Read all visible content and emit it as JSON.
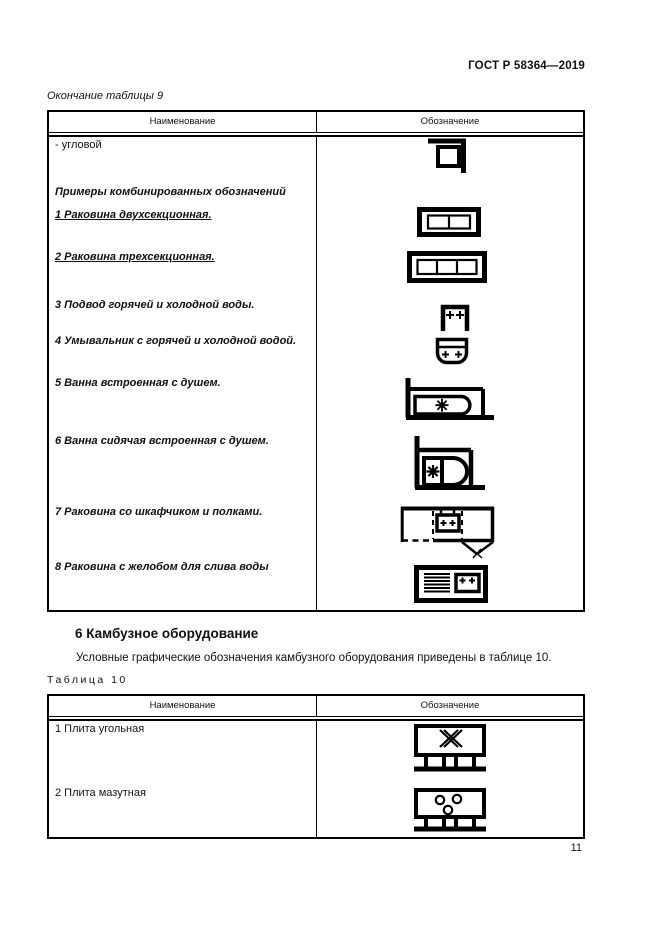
{
  "header": {
    "doc_code": "ГОСТ Р 58364—2019"
  },
  "table9": {
    "caption": "Окончание таблицы 9",
    "col_name": "Наименование",
    "col_designation": "Обозначение",
    "rows": [
      {
        "label": "- угловой",
        "symbol": "corner-sink"
      },
      {
        "label": "Примеры комбинированных обозначений",
        "symbol": ""
      },
      {
        "label": "1 Раковина двухсекционная.",
        "symbol": "sink-two-section"
      },
      {
        "label": "2 Раковина трехсекционная.",
        "symbol": "sink-three-section"
      },
      {
        "label": "3 Подвод горячей и холодной воды.",
        "symbol": "hot-and-cold-water-supply"
      },
      {
        "label": "4 Умывальник с горячей и холодной водой.",
        "symbol": "washbasin-hot-and-cold-water"
      },
      {
        "label": "5 Ванна встроенная с душем.",
        "symbol": "built-in-bath-with-shower"
      },
      {
        "label": "6 Ванна сидячая встроенная с душем.",
        "symbol": "sitting-built-in-bath-with-shower"
      },
      {
        "label": "7 Раковина со шкафчиком и полками.",
        "symbol": "sink-with-cabinet-and-shelves"
      },
      {
        "label": "8 Раковина с желобом для слива воды",
        "symbol": "sink-with-drain-gutter"
      }
    ]
  },
  "section6": {
    "heading": "6 Камбузное оборудование",
    "paragraph": "Условные графические обозначения камбузного оборудования приведены в таблице 10."
  },
  "table10": {
    "caption": "Таблица 10",
    "col_name": "Наименование",
    "col_designation": "Обозначение",
    "rows": [
      {
        "label": "1 Плита угольная",
        "symbol": "coal-stove"
      },
      {
        "label": "2 Плита мазутная",
        "symbol": "oil-stove"
      }
    ]
  },
  "footer": {
    "page_number": "11"
  },
  "colors": {
    "ink": "#000000",
    "paper": "#ffffff"
  }
}
